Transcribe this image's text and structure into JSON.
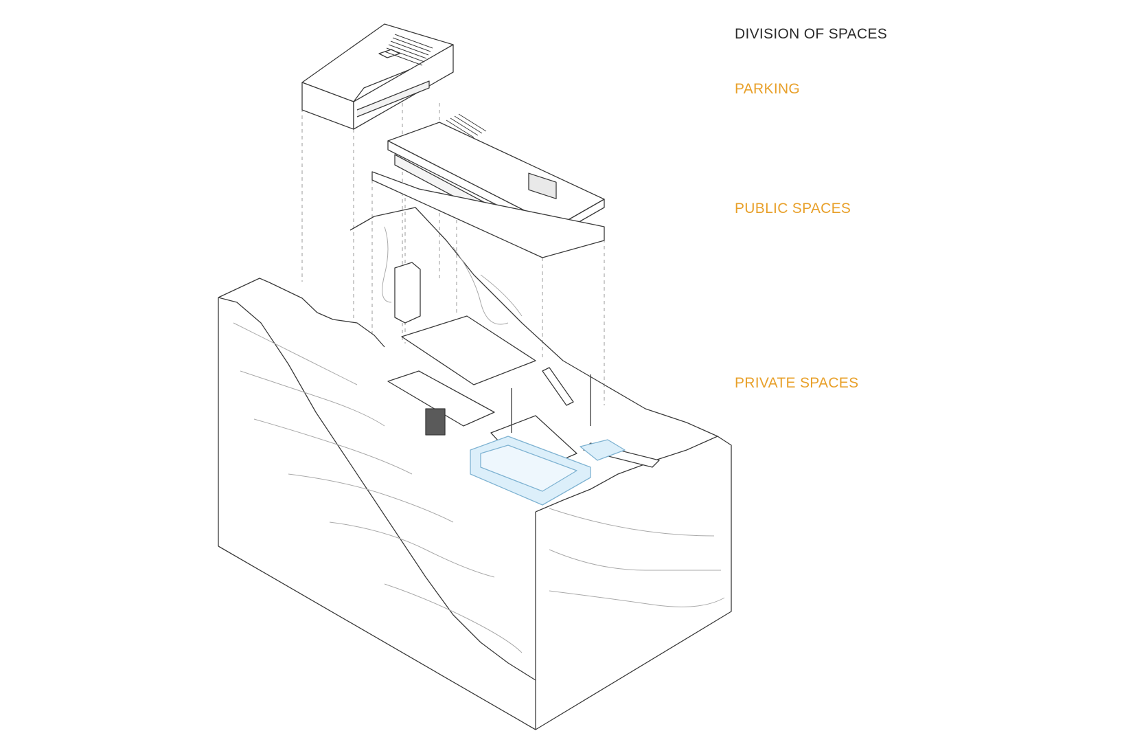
{
  "legend": {
    "title": "DIVISION OF SPACES",
    "items": [
      {
        "label": "PARKING"
      },
      {
        "label": "PUBLIC SPACES"
      },
      {
        "label": "PRIVATE SPACES"
      }
    ]
  },
  "colors": {
    "background": "#ffffff",
    "title_text": "#2b2b2b",
    "label_text": "#e8a02a",
    "linework": "#3a3a3a",
    "contour": "#a9a9a9",
    "pool_fill": "#dceffa",
    "pool_stroke": "#7fb3d2"
  }
}
